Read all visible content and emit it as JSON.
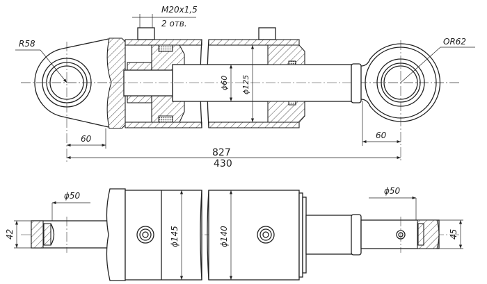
{
  "title": "Hydraulic cylinder assembly drawing",
  "top_view": {
    "port_thread": "M20x1,5",
    "port_count": "2 отв.",
    "radius_left": "R58",
    "radius_right": "OR62",
    "dim_left_60": "60",
    "dim_right_60": "60",
    "rod_diameter": "ϕ60",
    "bore_diameter": "ϕ125",
    "extended_length": "827",
    "retracted_length": "430"
  },
  "bottom_view": {
    "pin_left": "ϕ50",
    "pin_right": "ϕ50",
    "width_left": "42",
    "width_right": "45",
    "cap_diameter": "ϕ145",
    "tube_diameter": "ϕ140"
  },
  "colors": {
    "line": "#222222",
    "background": "#ffffff"
  }
}
